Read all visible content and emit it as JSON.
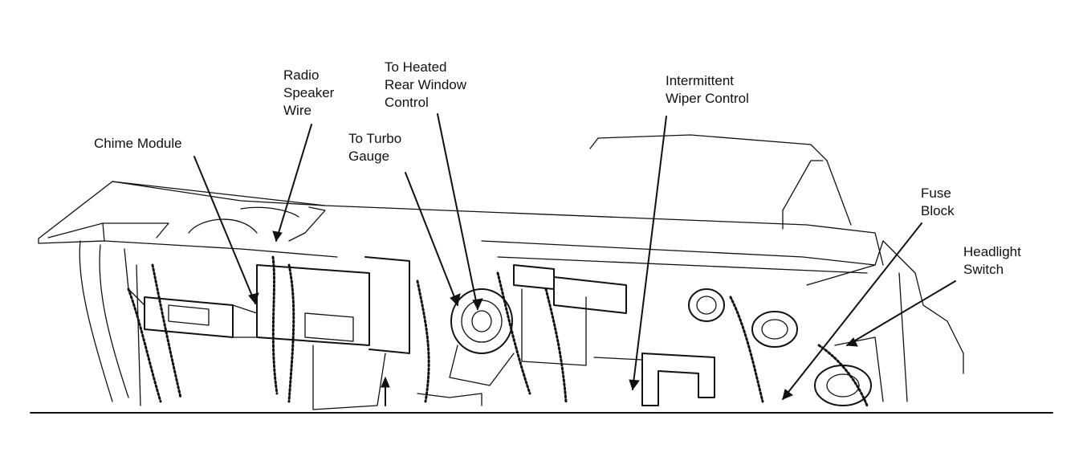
{
  "callouts": {
    "chime_module": [
      "Chime Module"
    ],
    "radio_speaker_wire": [
      "Radio",
      "Speaker",
      "Wire"
    ],
    "heated_rear_window": [
      "To Heated",
      "Rear Window",
      "Control"
    ],
    "turbo_gauge": [
      "To Turbo",
      "Gauge"
    ],
    "intermittent_wiper": [
      "Intermittent",
      "Wiper Control"
    ],
    "fuse_block": [
      "Fuse",
      "Block"
    ],
    "headlight_switch": [
      "Headlight",
      "Switch"
    ]
  },
  "colors": {
    "ink": "#111111",
    "background": "#ffffff"
  }
}
